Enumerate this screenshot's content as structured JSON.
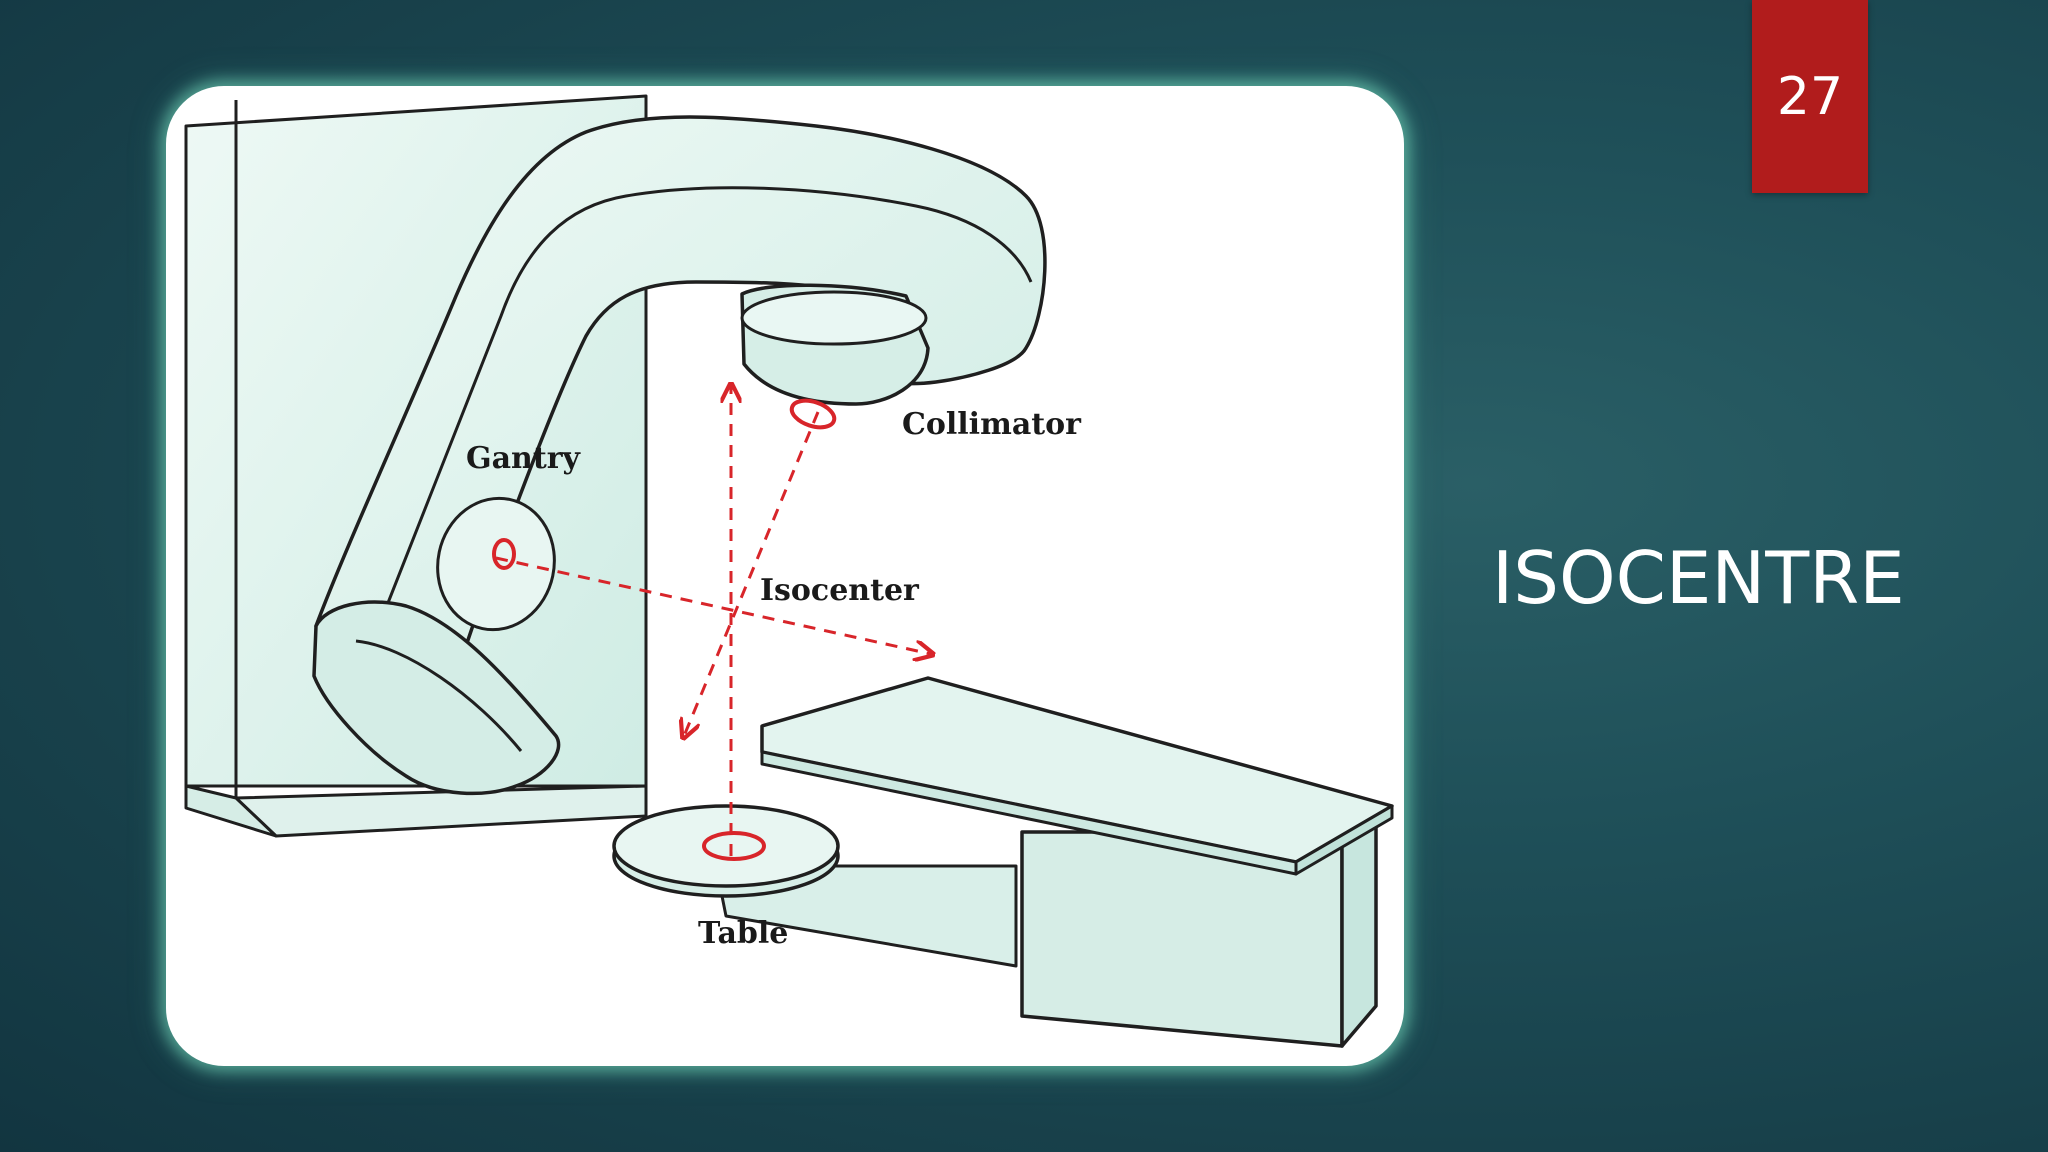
{
  "slide": {
    "number": "27",
    "title": "ISOCENTRE"
  },
  "diagram": {
    "labels": {
      "gantry": "Gantry",
      "collimator": "Collimator",
      "isocenter": "Isocenter",
      "table": "Table"
    },
    "colors": {
      "machine_fill": "#e3f4ef",
      "outline": "#1f1f1f",
      "axis": "#d8252a"
    }
  }
}
